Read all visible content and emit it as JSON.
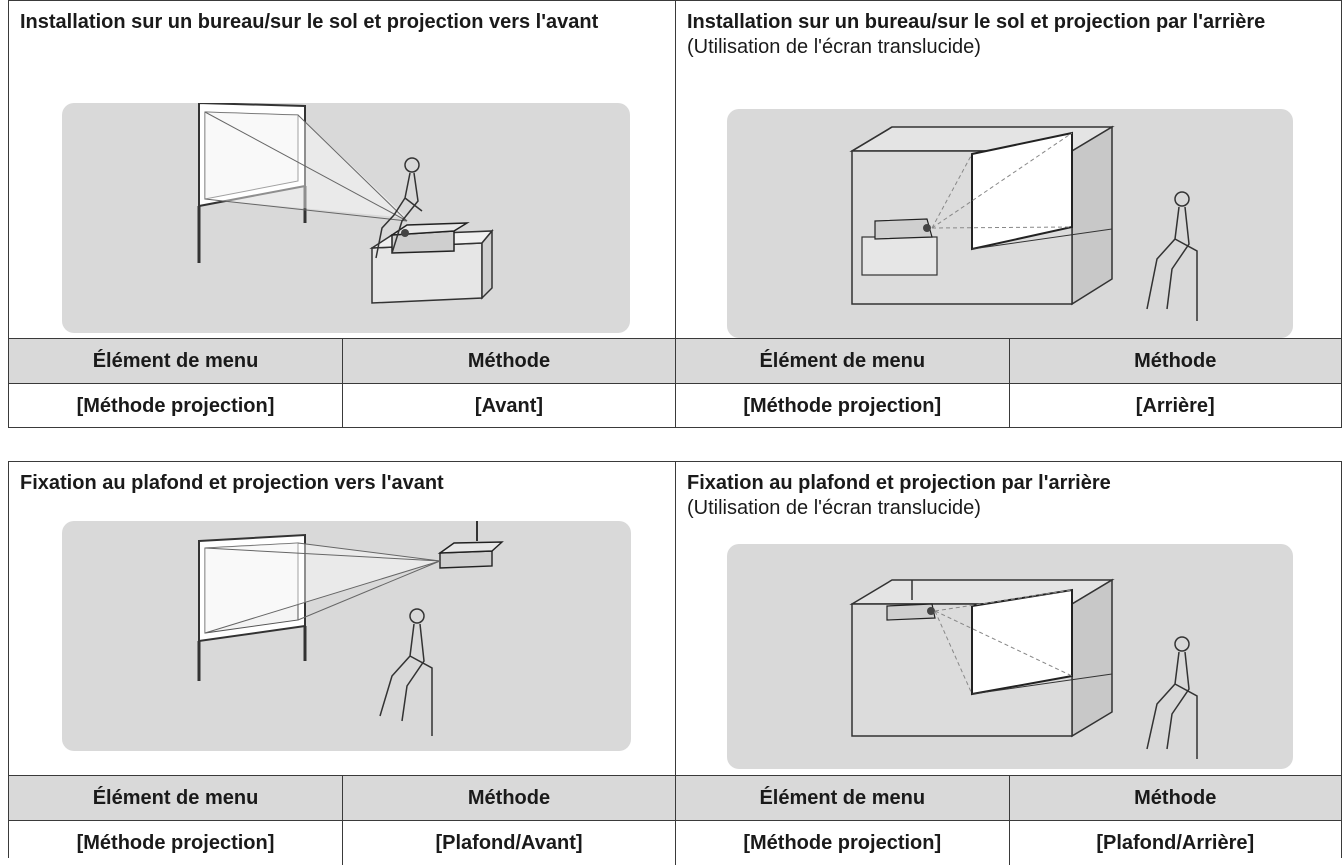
{
  "block1": {
    "left": {
      "title": "Installation sur un bureau/sur le sol et projection vers l'avant",
      "subtitle": ""
    },
    "right": {
      "title": "Installation sur un bureau/sur le sol et projection par l'arrière",
      "subtitle": "(Utilisation de l'écran translucide)"
    },
    "table": {
      "left": {
        "h1": "Élément de menu",
        "h2": "Méthode",
        "v1": "[Méthode projection]",
        "v2": "[Avant]"
      },
      "right": {
        "h1": "Élément de menu",
        "h2": "Méthode",
        "v1": "[Méthode projection]",
        "v2": "[Arrière]"
      }
    }
  },
  "block2": {
    "left": {
      "title": "Fixation au plafond et projection vers l'avant",
      "subtitle": ""
    },
    "right": {
      "title": "Fixation au plafond et projection par l'arrière",
      "subtitle": "(Utilisation de l'écran translucide)"
    },
    "table": {
      "left": {
        "h1": "Élément de menu",
        "h2": "Méthode",
        "v1": "[Méthode projection]",
        "v2": "[Plafond/Avant]"
      },
      "right": {
        "h1": "Élément de menu",
        "h2": "Méthode",
        "v1": "[Méthode projection]",
        "v2": "[Plafond/Arrière]"
      }
    }
  },
  "colors": {
    "illustration_bg": "#d9d9d9",
    "header_bg": "#d9d9d9",
    "border": "#3a3a3a"
  }
}
